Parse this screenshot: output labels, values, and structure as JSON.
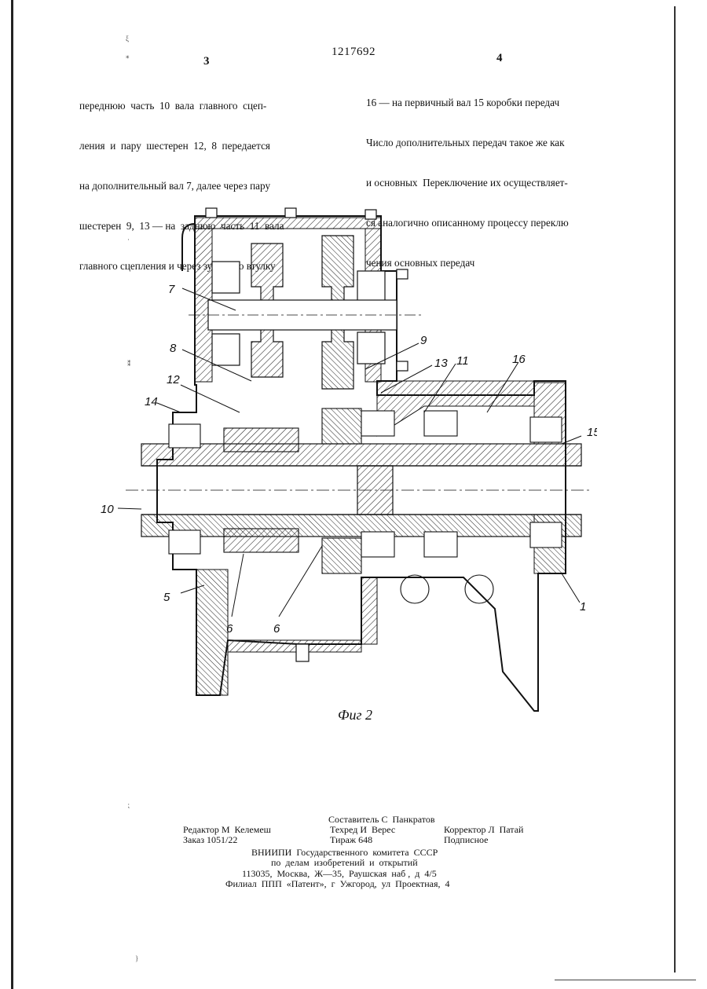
{
  "header": {
    "patent_number": "1217692",
    "left_column_number": "3",
    "right_column_number": "4"
  },
  "left_column": {
    "lines": [
      "переднюю  часть  10  вала  главного  сцеп-",
      "ления  и  пару  шестерен  12,  8  передается",
      "на дополнительный вал 7, далее через пару",
      "шестерен  9,  13 — на  заднюю  часть  11  вала",
      "главного сцепления и через зубчатую втулку"
    ]
  },
  "right_column": {
    "lines": [
      "16 — на первичный вал 15 коробки передач",
      "Число дополнительных передач такое же как",
      "и основных  Переключение их осуществляет-",
      "ся аналогично описанному процессу переклю",
      "чения основных передач"
    ]
  },
  "figure": {
    "caption": "Фиг 2",
    "callouts": [
      "7",
      "8",
      "9",
      "13",
      "11",
      "16",
      "12",
      "14",
      "15",
      "10",
      "5",
      "6",
      "6",
      "1"
    ]
  },
  "footer": {
    "compiler": "Составитель С  Панкратов",
    "editor": "Редактор М  Келемеш",
    "techred": "Техред И  Верес",
    "corrector": "Корректор Л  Патай",
    "order": "Заказ 1051/22",
    "circulation": "Тираж 648",
    "subscription": "Подписное",
    "org_line1": "ВНИИПИ  Государственного  комитета  СССР",
    "org_line2": "по  делам  изобретений  и  открытий",
    "address": "113035,  Москва,  Ж—35,  Раушская  наб ,  д  4/5",
    "branch": "Филиал  ППП  «Патент»,  г  Ужгород,  ул  Проектная,  4"
  }
}
